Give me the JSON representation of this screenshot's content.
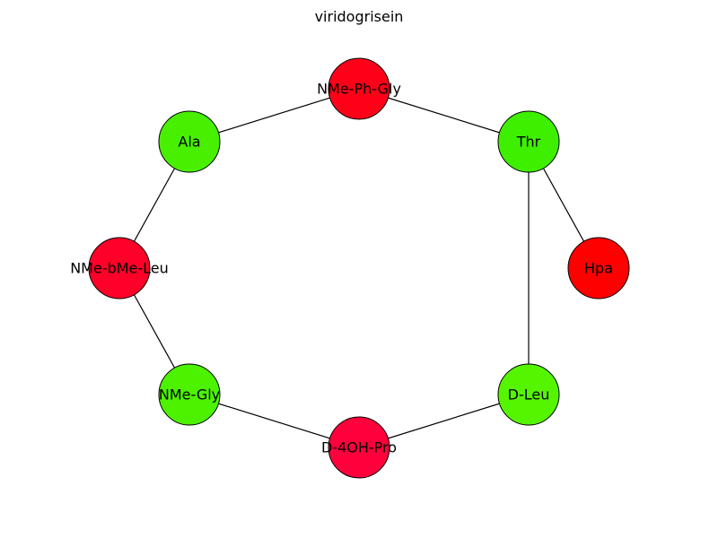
{
  "title": "viridogrisein",
  "nodes": [
    {
      "id": "nme-ph-gly",
      "label": "NMe-Ph-Gly",
      "color": "#ff0019"
    },
    {
      "id": "thr",
      "label": "Thr",
      "color": "#3ef000"
    },
    {
      "id": "hpa",
      "label": "Hpa",
      "color": "#ff0000"
    },
    {
      "id": "d-leu",
      "label": "D-Leu",
      "color": "#55f500"
    },
    {
      "id": "d-4oh-pro",
      "label": "D-4OH-Pro",
      "color": "#ff003c"
    },
    {
      "id": "nme-gly",
      "label": "NMe-Gly",
      "color": "#4cf200"
    },
    {
      "id": "nme-bme-leu",
      "label": "NMe-bMe-Leu",
      "color": "#ff0028"
    },
    {
      "id": "ala",
      "label": "Ala",
      "color": "#48f000"
    }
  ],
  "edges": [
    [
      "ala",
      "nme-ph-gly"
    ],
    [
      "nme-ph-gly",
      "thr"
    ],
    [
      "thr",
      "hpa"
    ],
    [
      "thr",
      "d-leu"
    ],
    [
      "d-leu",
      "d-4oh-pro"
    ],
    [
      "d-4oh-pro",
      "nme-gly"
    ],
    [
      "nme-gly",
      "nme-bme-leu"
    ],
    [
      "nme-bme-leu",
      "ala"
    ]
  ]
}
